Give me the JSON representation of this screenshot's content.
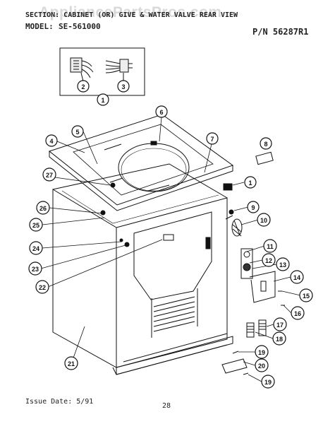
{
  "header": {
    "section_line": "SECTION: CABINET (OR) GIVE & WATER VALVE REAR VIEW",
    "model_label": "MODEL:",
    "model_value": "SE-561000",
    "part_number": "P/N 56287R1"
  },
  "watermark": "AppliancePartsPros.com",
  "callouts": [
    "1",
    "2",
    "3",
    "1",
    "6",
    "4",
    "5",
    "7",
    "8",
    "27",
    "1",
    "9",
    "10",
    "26",
    "25",
    "24",
    "11",
    "12",
    "13",
    "23",
    "14",
    "22",
    "15",
    "16",
    "17",
    "18",
    "21",
    "19",
    "20",
    "19"
  ],
  "footer": {
    "issue_date": "Issue Date: 5/91",
    "page_number": "28"
  },
  "colors": {
    "ink": "#111111",
    "paper": "#ffffff"
  }
}
